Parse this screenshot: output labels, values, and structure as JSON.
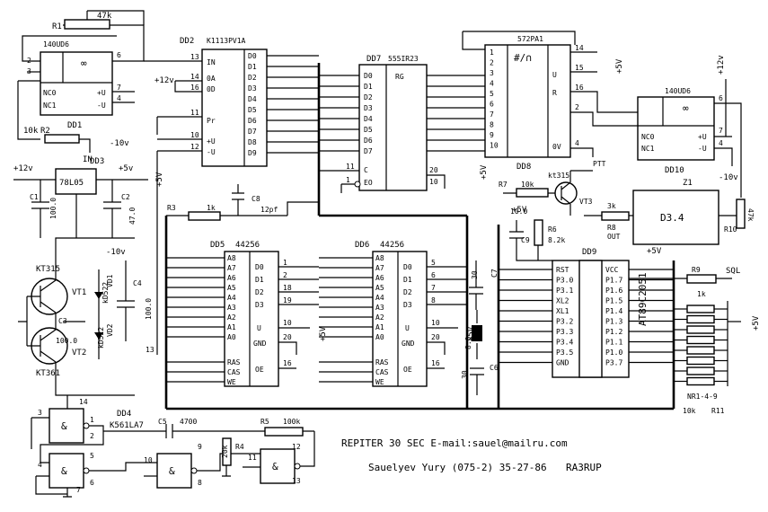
{
  "footer": {
    "line1": "REPITER 30 SEC  E-mail:sauel@mailru.com",
    "line2": "Sauelyev Yury (075-2) 35-27-86",
    "callsign": "RA3RUP"
  },
  "chips": {
    "dd1": {
      "ref": "DD1",
      "type": "140UD6",
      "sym": "∞",
      "nc0": "NC0",
      "nc1": "NC1",
      "pu": "+U",
      "mu": "-U"
    },
    "dd2": {
      "ref": "DD2",
      "type": "K1113PV1A",
      "in": "IN",
      "oa": "0A",
      "od": "0D",
      "pr": "Pr",
      "pu": "+U",
      "mu": "-U",
      "outs": [
        "D0",
        "D1",
        "D2",
        "D3",
        "D4",
        "D5",
        "D6",
        "D7",
        "D8",
        "D9"
      ]
    },
    "dd3": {
      "ref": "DD3",
      "type": "78L05"
    },
    "dd4": {
      "ref": "DD4",
      "type": "K561LA7",
      "sym": "&"
    },
    "dd5": {
      "ref": "DD5",
      "type": "44256",
      "addr": [
        "A8",
        "A7",
        "A6",
        "A5",
        "A4",
        "A3",
        "A2",
        "A1",
        "A0"
      ],
      "ctl": [
        "RAS",
        "CAS",
        "WE"
      ],
      "data": [
        "D0",
        "D1",
        "D2",
        "D3"
      ],
      "u": "U",
      "gnd": "GND",
      "oe": "OE"
    },
    "dd6": {
      "ref": "DD6",
      "type": "44256"
    },
    "dd7": {
      "ref": "DD7",
      "type": "555IR23",
      "rg": "RG",
      "ins": [
        "D0",
        "D1",
        "D2",
        "D3",
        "D4",
        "D5",
        "D6",
        "D7"
      ],
      "c": "C",
      "eo": "EO"
    },
    "dd8": {
      "ref": "DD8",
      "type": "572PA1",
      "sym": "#/∩",
      "u": "U",
      "r": "R",
      "ov": "0V"
    },
    "dd9": {
      "ref": "DD9",
      "type": "AT89C2051",
      "left": [
        "RST",
        "P3.0",
        "P3.1",
        "XL2",
        "XL1",
        "P3.2",
        "P3.3",
        "P3.4",
        "P3.5",
        "GND"
      ],
      "right": [
        "VCC",
        "P1.7",
        "P1.6",
        "P1.5",
        "P1.4",
        "P1.3",
        "P1.2",
        "P1.1",
        "P1.0",
        "P3.7"
      ]
    },
    "dd10": {
      "ref": "DD10",
      "type": "140UD6"
    },
    "z1": {
      "ref": "Z1",
      "name": "D3.4"
    }
  },
  "parts": {
    "r1": "R1",
    "r1v": "47k",
    "r2": "R2",
    "r2v": "10k",
    "r3": "R3",
    "r3v": "1k",
    "r4": "R4",
    "r4v": "20k",
    "r5": "R5",
    "r5v": "100k",
    "r6": "R6",
    "r6v": "8.2k",
    "r7": "R7",
    "r7v": "10k",
    "r8": "R8",
    "r8v": "3k",
    "r9": "R9",
    "r9v": "1k",
    "r10": "R10",
    "r10v": "47k",
    "r11": "R11",
    "r11v": "10k",
    "nr": "NR1-4-9",
    "c1": "C1",
    "c1v": "100.0",
    "c2": "C2",
    "c2v": "47.0",
    "c3": "C3",
    "c3v": "100.0",
    "c4": "C4",
    "c4v": "100.0",
    "c5": "C5",
    "c5v": "4700",
    "c6": "C6",
    "c6v": "8.0",
    "c7": "C7",
    "c7v": "30",
    "c8": "C8",
    "c8v": "12pf",
    "c9": "C9",
    "c9v": "10.0",
    "c6b": "30",
    "vt1": "VT1",
    "vt1t": "KT315",
    "vt2": "VT2",
    "vt2t": "KT361",
    "vt3": "VT3",
    "vt3t": "kt315",
    "vd1": "VD1",
    "vd2": "VD2",
    "kd": "kD522"
  },
  "labels": {
    "in": "IN",
    "out": "OUT",
    "ptt": "PTT",
    "sql": "SQL",
    "p12": "+12v",
    "m10": "-10v",
    "p5": "+5V",
    "p5s": "+5v"
  }
}
